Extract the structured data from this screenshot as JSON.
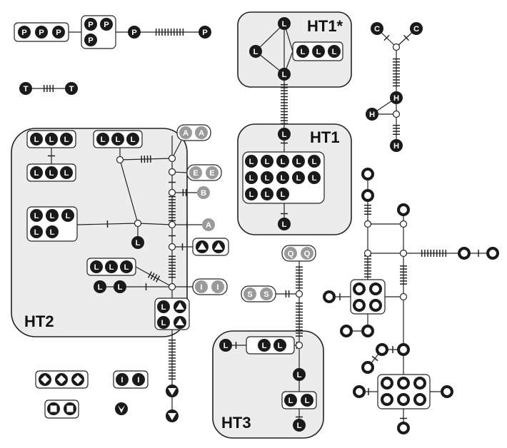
{
  "diagram": {
    "group_labels": {
      "ht1_star": "HT1*",
      "ht1": "HT1",
      "ht2": "HT2",
      "ht3": "HT3"
    },
    "haplotype_letters": [
      "P",
      "T",
      "L",
      "A",
      "E",
      "B",
      "I",
      "C",
      "H",
      "O",
      "Q",
      "S"
    ],
    "colors": {
      "dark_node": "#1a1a1a",
      "grey_node": "#9a9a9a",
      "group_fill": "#ececec",
      "line": "#222222"
    }
  }
}
